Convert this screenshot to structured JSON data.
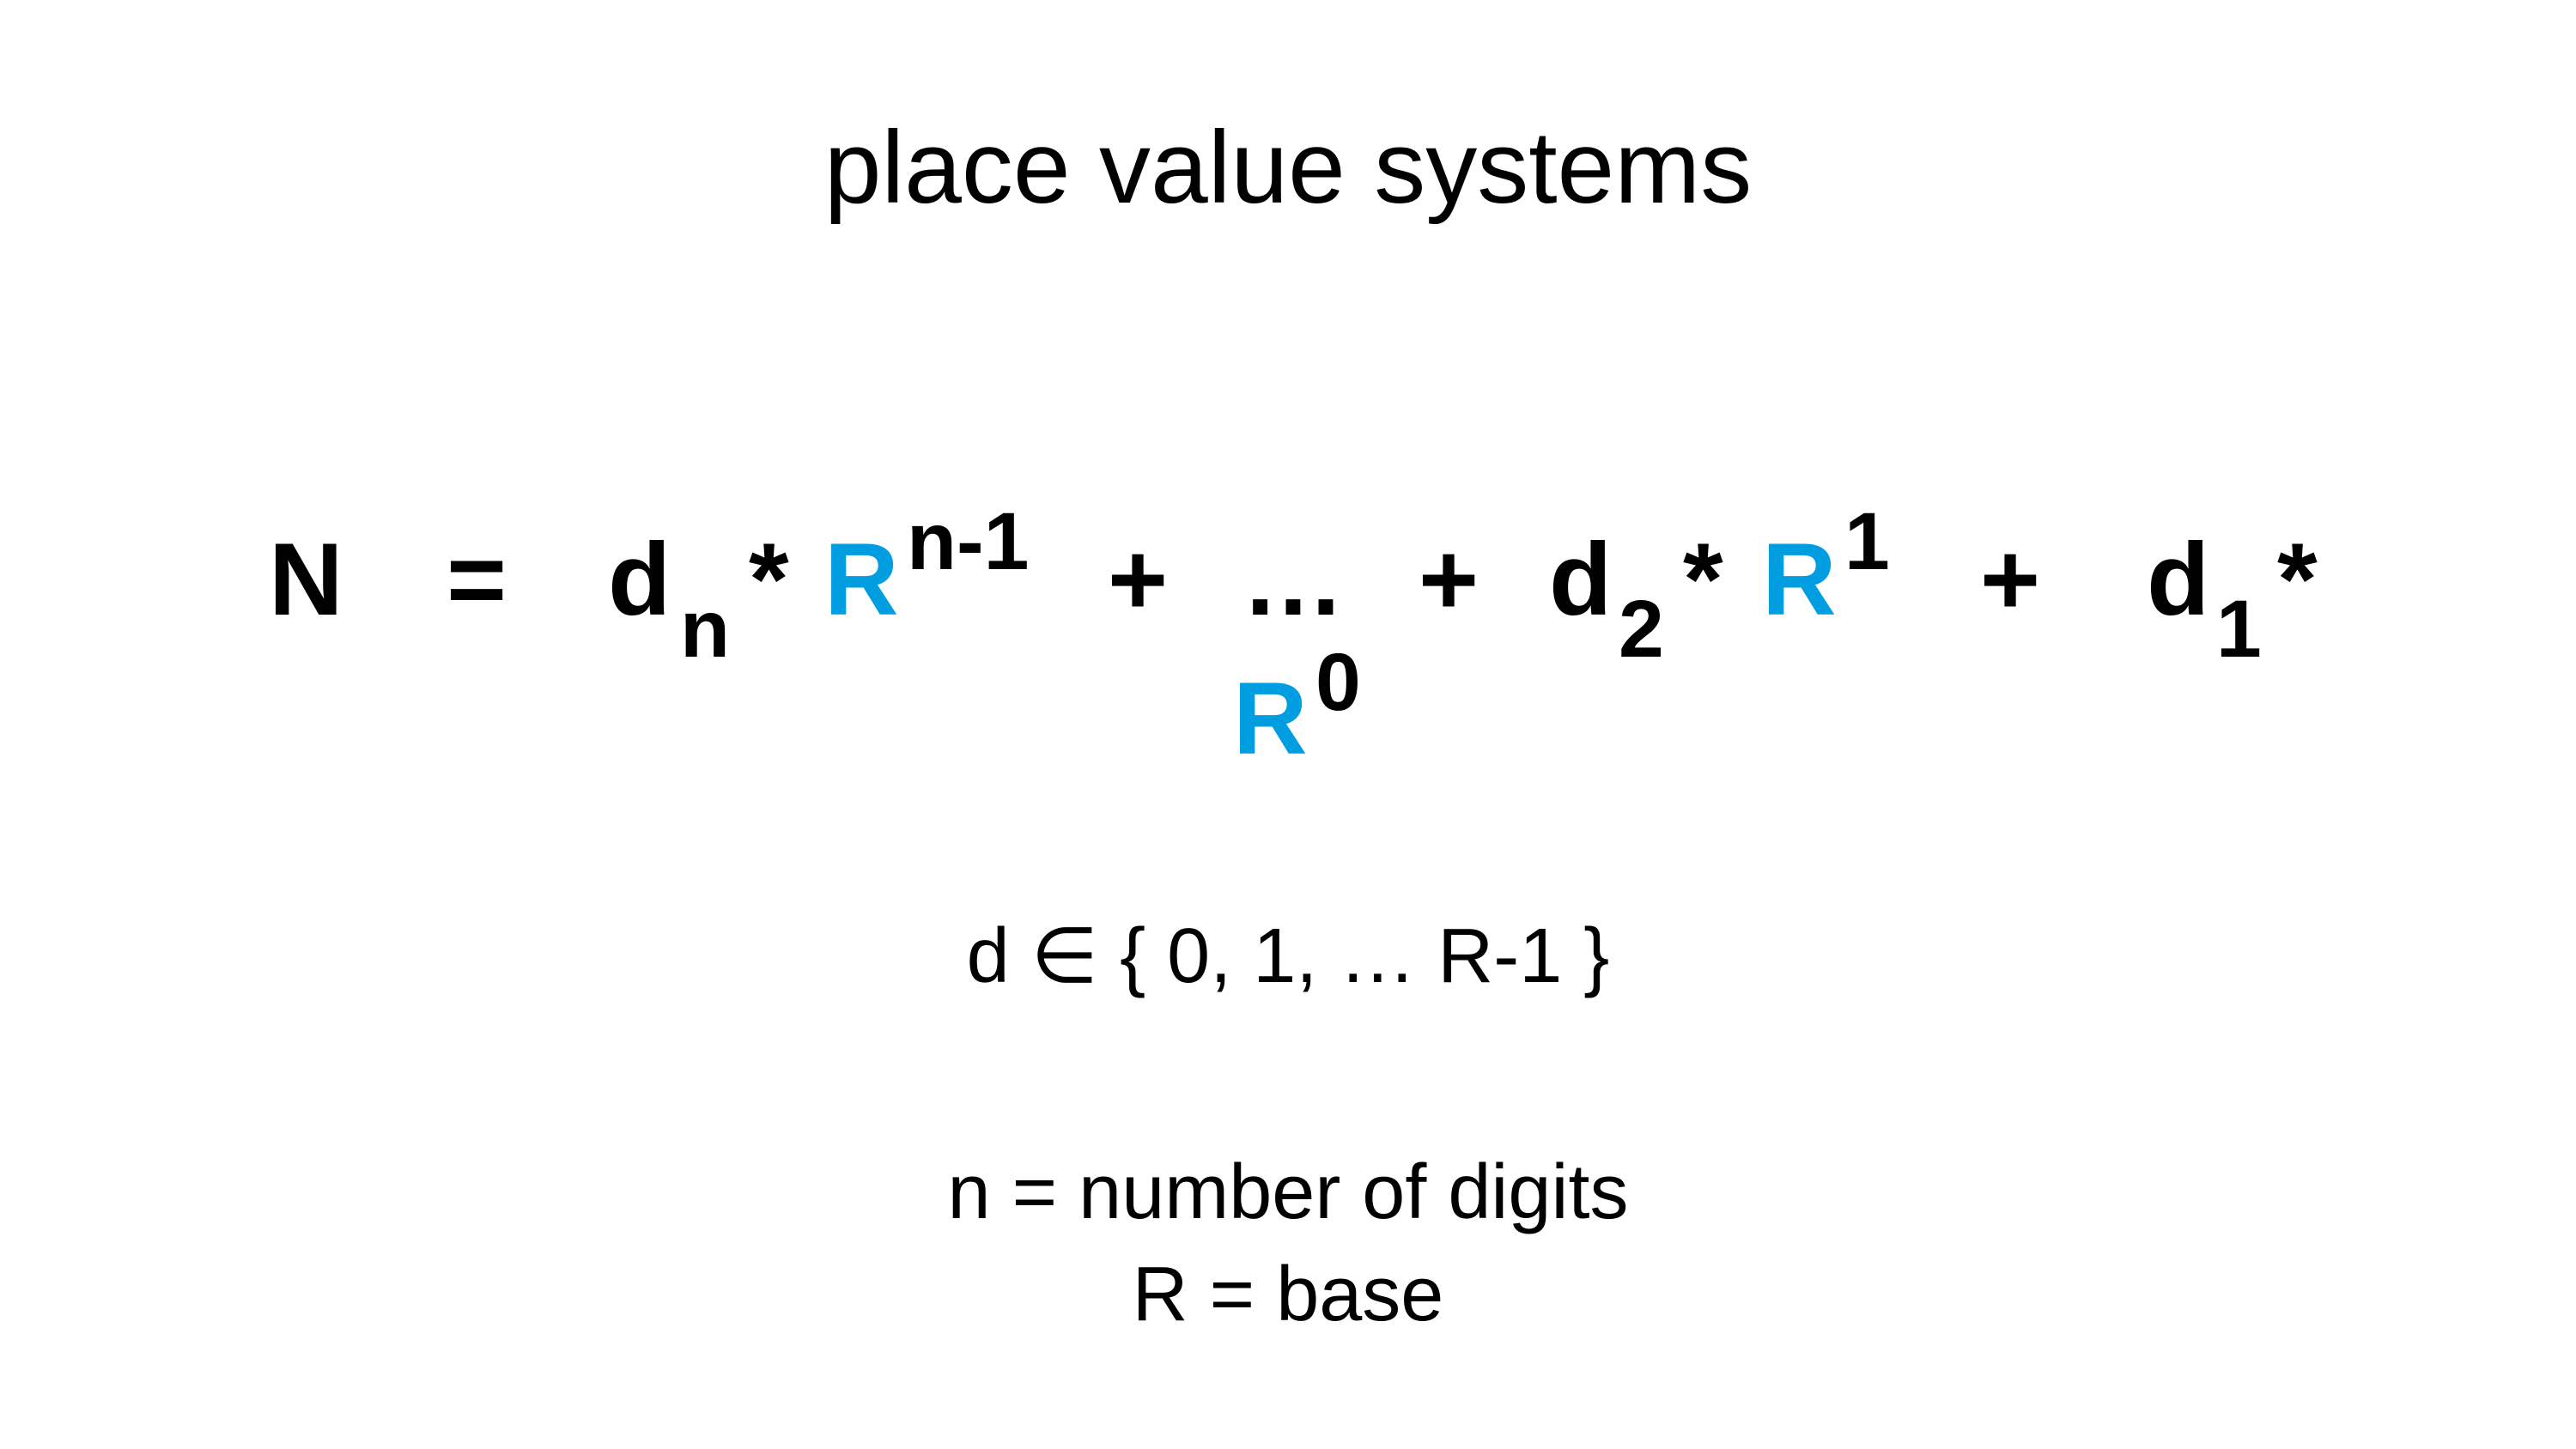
{
  "title": "place value systems",
  "formula": {
    "N": "N",
    "eq": "=",
    "d": "d",
    "sub_n": "n",
    "times": "*",
    "R": "R",
    "sup_n_minus_1": "n-1",
    "plus": "+",
    "ellipsis": "…",
    "sub_2": "2",
    "sup_1": "1",
    "sub_1": "1",
    "sup_0": "0"
  },
  "digit_set": "d ∈ { 0, 1, … R-1 }",
  "definitions": [
    "n = number of digits",
    "R = base"
  ],
  "colors": {
    "base_R": "#009EE0"
  }
}
